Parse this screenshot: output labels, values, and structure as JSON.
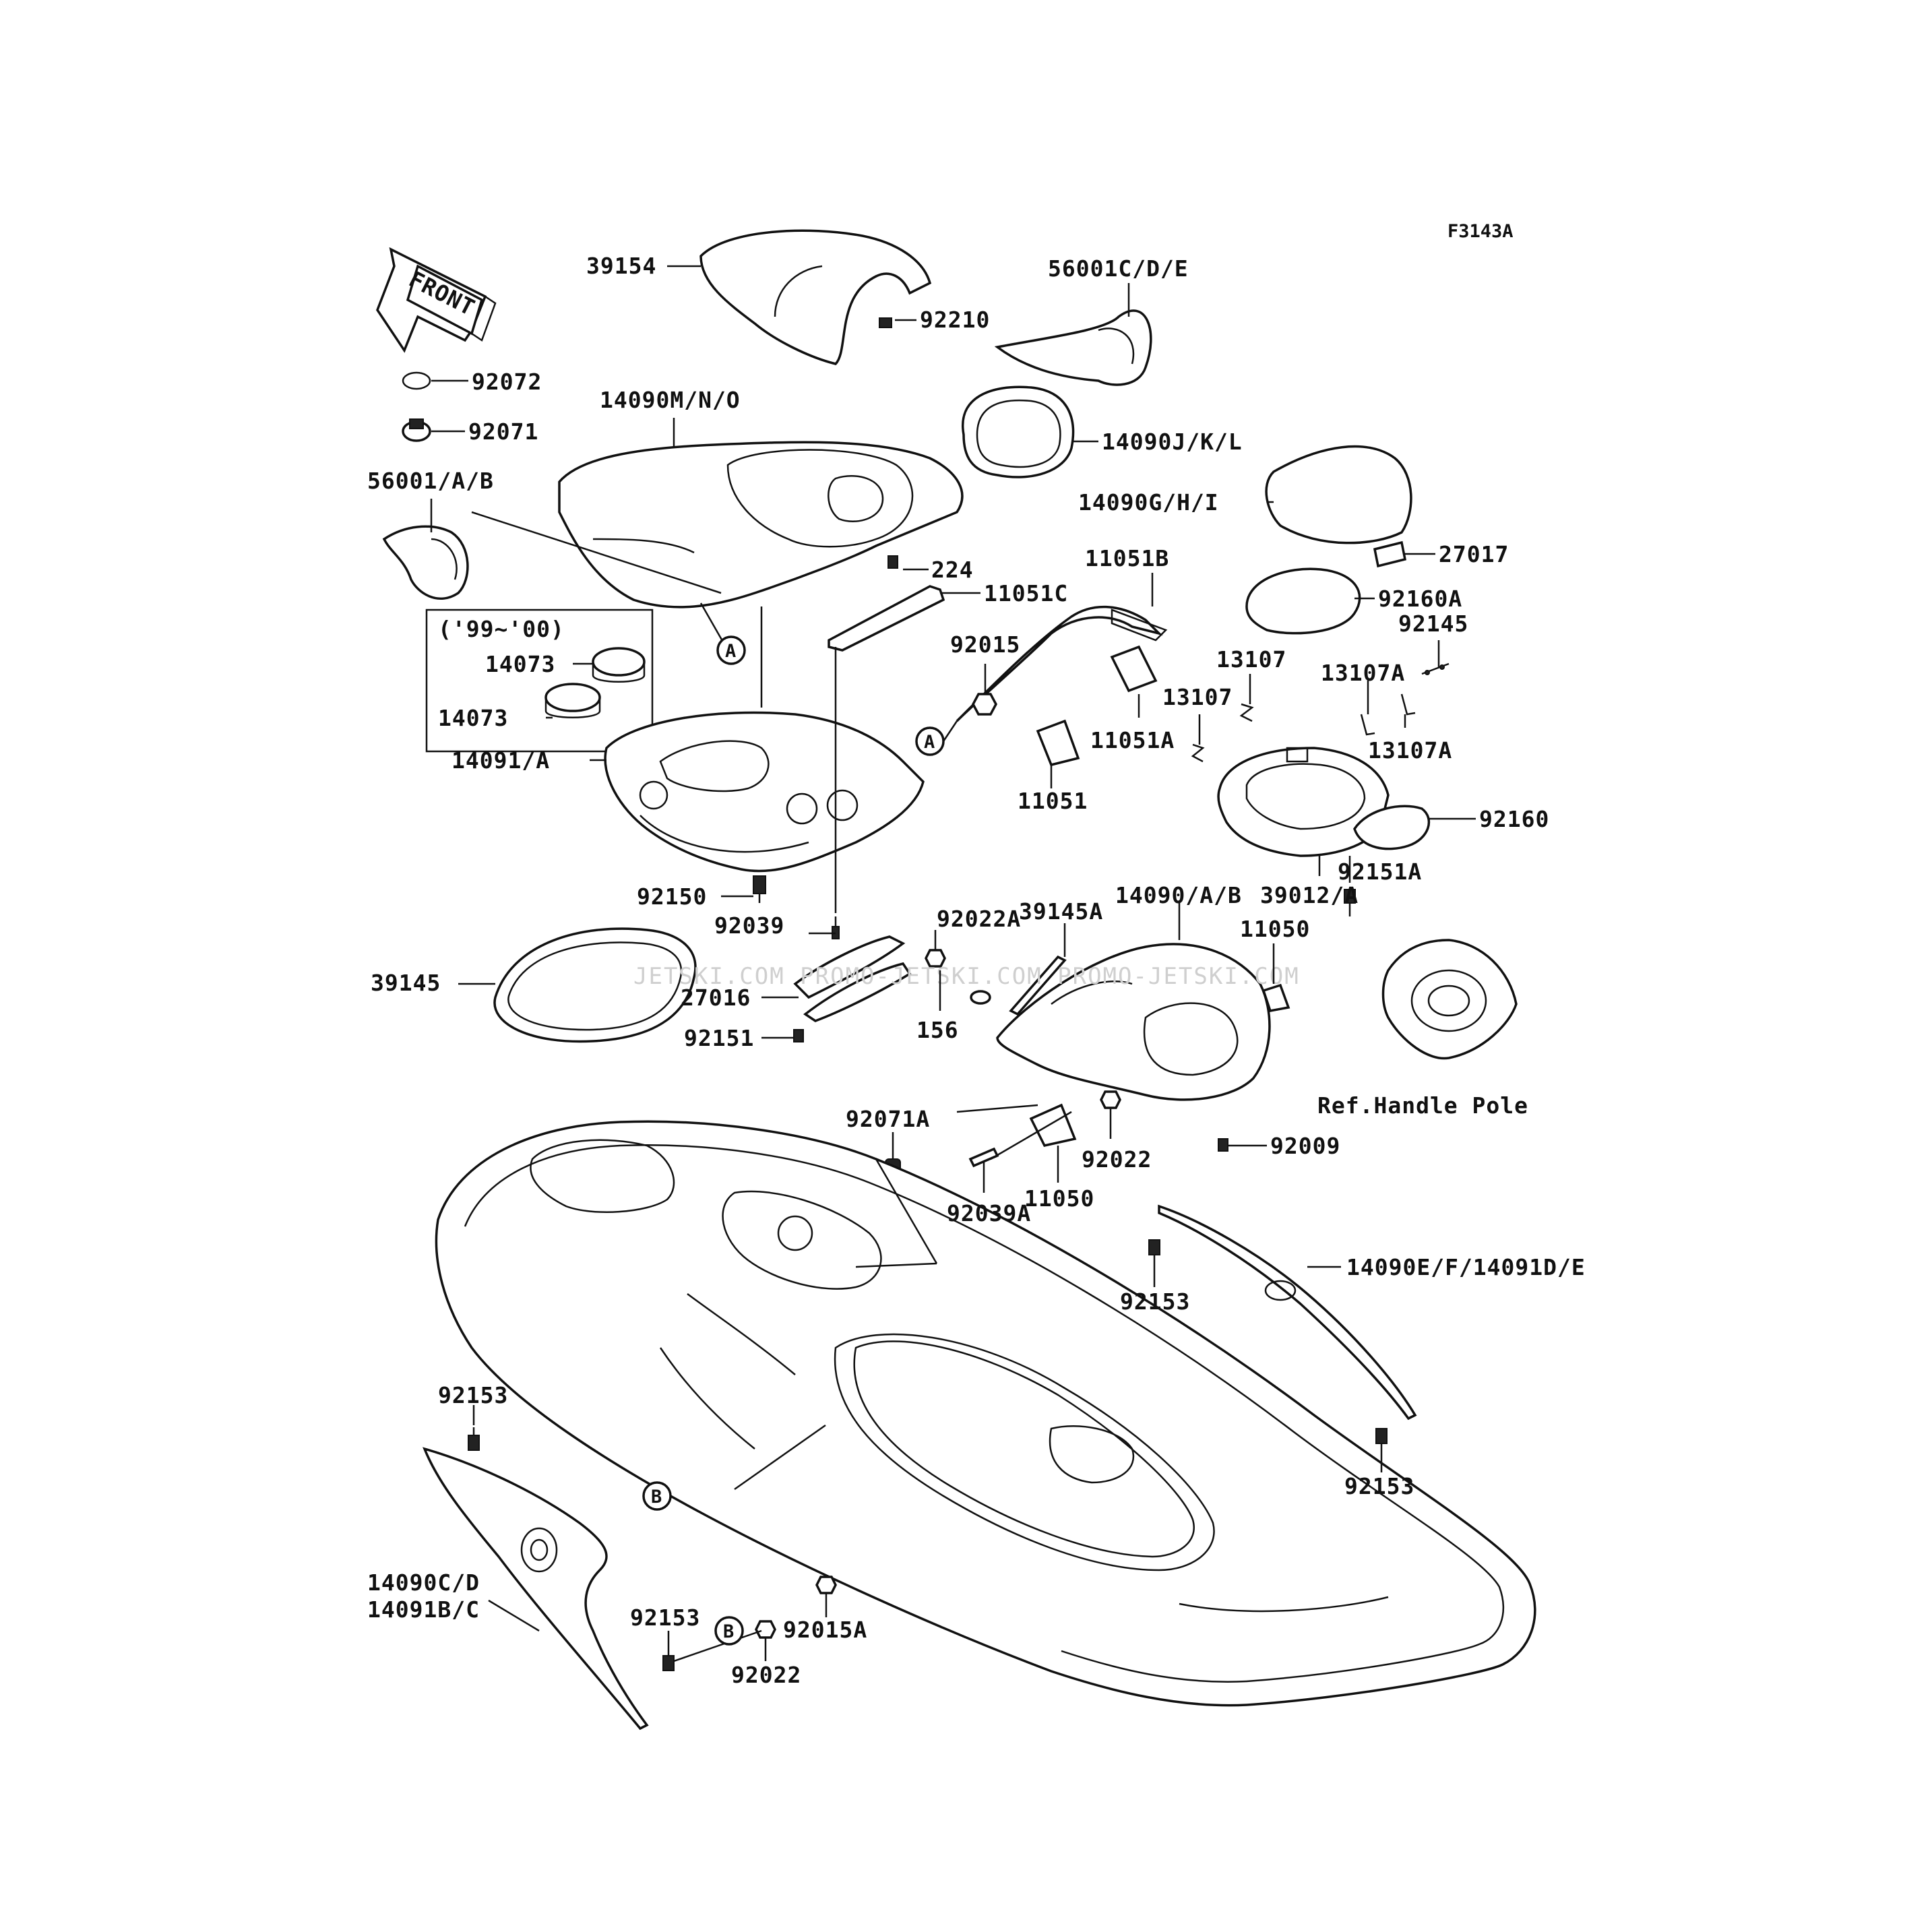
{
  "figure_code": "F3143A",
  "front_arrow": "FRONT",
  "watermark": "JETSKI.COM  PROMO-JETSKI.COM  PROMO-JETSKI.COM",
  "note_years": "('99~'00)",
  "ref_label": "Ref.Handle Pole",
  "callouts": {
    "a": "A",
    "b": "B"
  },
  "parts": [
    "39154",
    "92210",
    "56001C/D/E",
    "92072",
    "92071",
    "14090M/N/O",
    "14090J/K/L",
    "56001/A/B",
    "14090G/H/I",
    "27017",
    "224",
    "11051C",
    "11051B",
    "92160A",
    "92145",
    "14073",
    "14073",
    "92015",
    "13107",
    "13107",
    "13107A",
    "13107A",
    "11051A",
    "14091/A",
    "11051",
    "92160",
    "92151A",
    "92150",
    "14090/A/B",
    "39012/A",
    "39145A",
    "92039",
    "92022A",
    "11050",
    "39145",
    "27016",
    "156",
    "92151",
    "92071A",
    "92022",
    "92009",
    "11050",
    "92039A",
    "14090E/F/14091D/E",
    "92153",
    "92153",
    "92153",
    "14090C/D",
    "14091B/C",
    "92153",
    "92022",
    "92015A"
  ]
}
